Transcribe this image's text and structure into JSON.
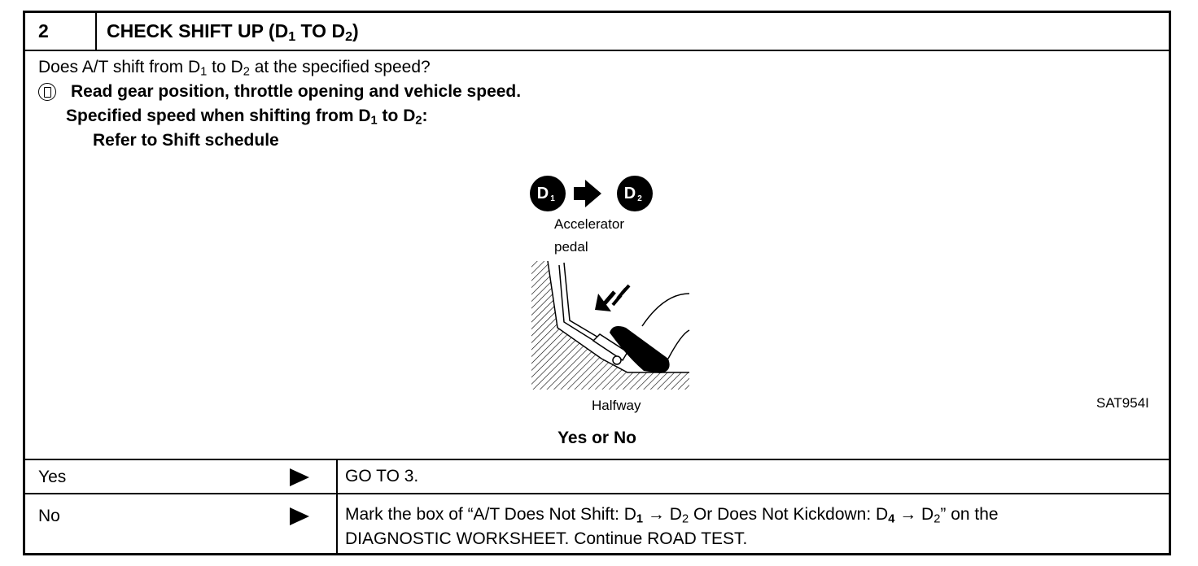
{
  "header": {
    "step_number": "2",
    "title_html": "CHECK SHIFT UP (D<sub>1</sub> TO D<sub>2</sub>)"
  },
  "body": {
    "question_html": "Does A/T shift from D<sub>1</sub> to D<sub>2</sub> at the specified speed?",
    "instruction": "Read gear position, throttle opening and vehicle speed.",
    "specified_html": "Specified speed when shifting from D<sub>1</sub> to D<sub>2</sub>:",
    "refer": "Refer to Shift schedule"
  },
  "figure": {
    "from_gear": "D1",
    "to_gear": "D2",
    "label_line1": "Accelerator",
    "label_line2": "pedal",
    "caption": "Halfway",
    "ref_code": "SAT954I"
  },
  "yes_or_no": "Yes or No",
  "rows": [
    {
      "answer": "Yes",
      "result_html": "GO TO 3."
    },
    {
      "answer": "No",
      "result_html": "Mark the box of “A/T Does Not Shift: D<sub><b>1</b></sub> → D<sub>2</sub> Or Does Not Kickdown: D<sub><b>4</b></sub> → D<sub>2</sub>” on the<br>DIAGNOSTIC WORKSHEET. Continue ROAD TEST."
    }
  ],
  "icons": {
    "diagnostic": "consult-tool-icon",
    "arrow": "right-triangle-icon"
  }
}
